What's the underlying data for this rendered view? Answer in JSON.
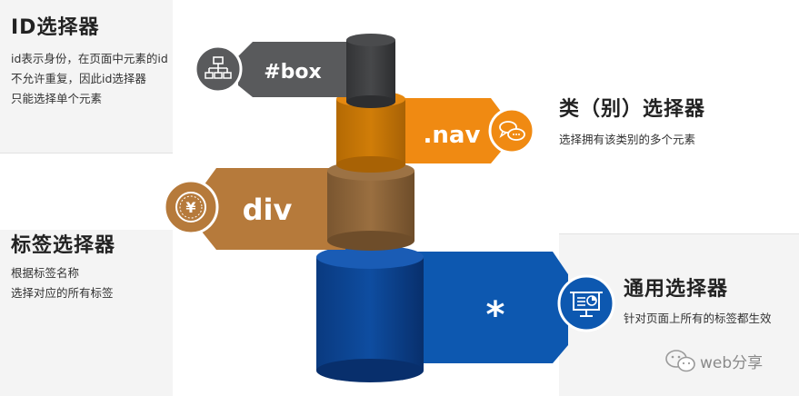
{
  "sections": {
    "id": {
      "title": "ID选择器",
      "desc": [
        "id表示身份，在页面中元素的id",
        "不允许重复，因此id选择器",
        "只能选择单个元素"
      ],
      "tag_label": "#box",
      "icon": "sitemap-icon"
    },
    "class": {
      "title": "类（别）选择器",
      "desc": [
        "选择拥有该类别的多个元素"
      ],
      "tag_label": ".nav",
      "icon": "chat-bubbles-icon"
    },
    "tag": {
      "title": "标签选择器",
      "desc": [
        "根据标签名称",
        "选择对应的所有标签"
      ],
      "tag_label": "div",
      "icon": "yen-coin-icon"
    },
    "universal": {
      "title": "通用选择器",
      "desc": [
        "针对页面上所有的标签都生效"
      ],
      "tag_label": "*",
      "icon": "presentation-chart-icon"
    }
  },
  "watermark": {
    "text": "web分享",
    "icon": "wechat-icon"
  },
  "colors": {
    "gray_tag": "#595a5c",
    "gray_dark": "#3d3e40",
    "gray_top": "#4a4b4d",
    "orange_tag": "#f08a12",
    "orange_dark": "#c27305",
    "orange_top": "#e68910",
    "brown_tag": "#b67a3b",
    "brown_dark": "#8c6539",
    "brown_top": "#9c7244",
    "blue_tag": "#0d58b0",
    "blue_dark": "#0b3f8a",
    "blue_top": "#1a5cb5",
    "panel_bg": "#f4f4f4"
  }
}
